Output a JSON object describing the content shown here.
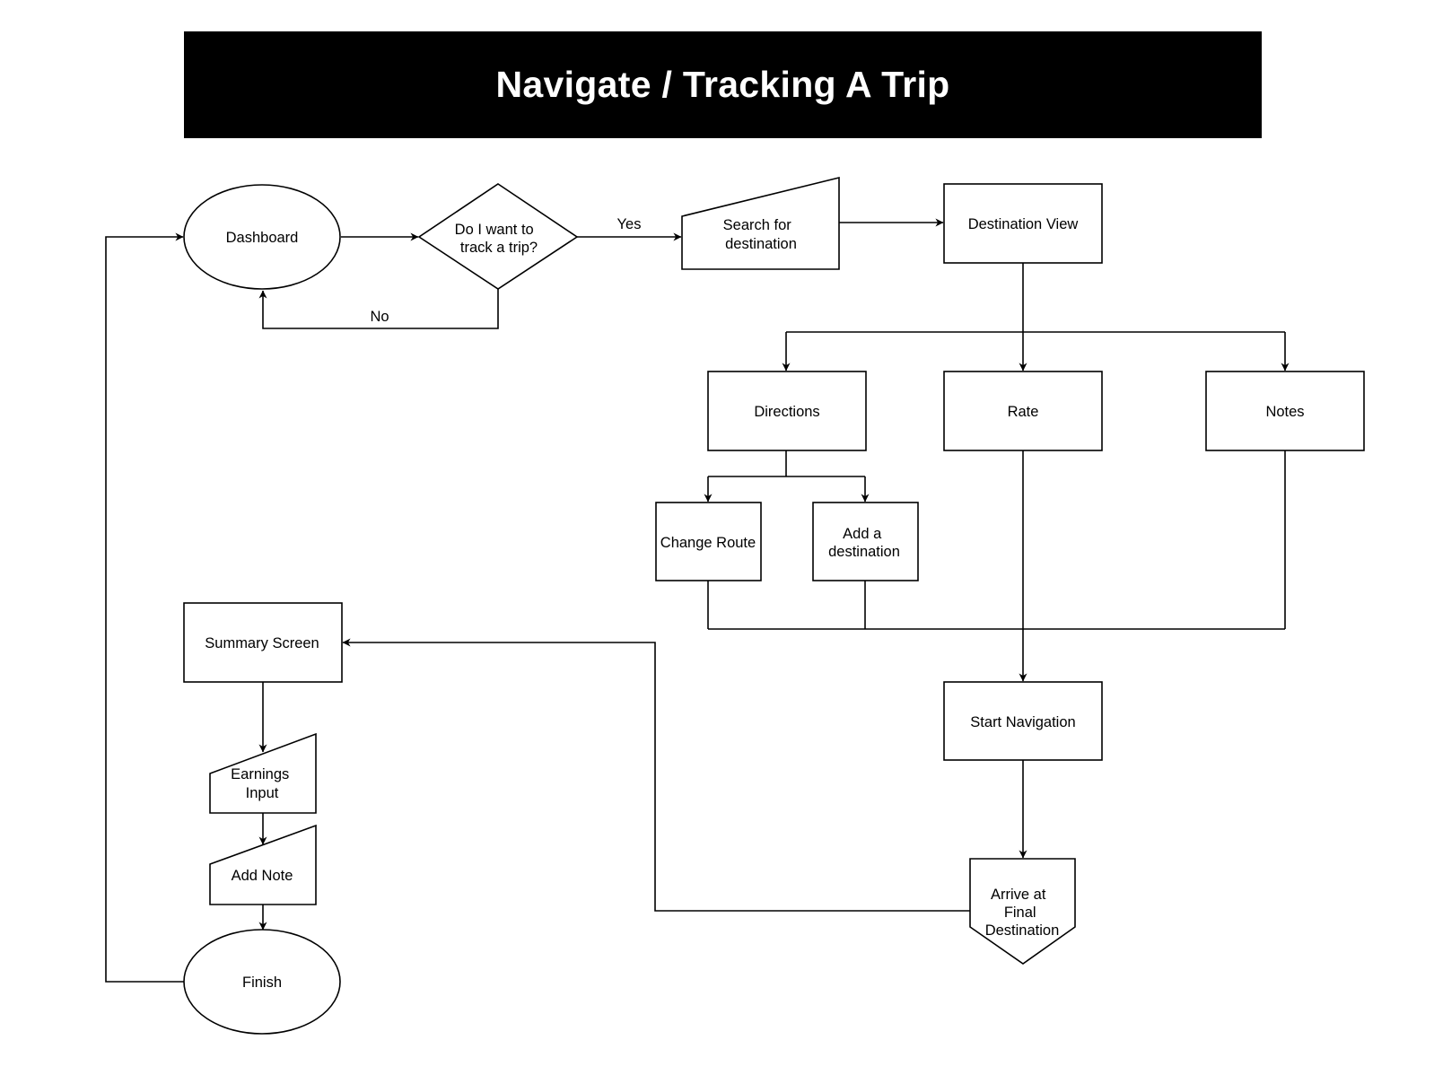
{
  "title": "Navigate / Tracking A Trip",
  "nodes": {
    "dashboard": "Dashboard",
    "decision": [
      "Do I want to",
      "track a trip?"
    ],
    "search": [
      "Search for",
      "destination"
    ],
    "destination_view": "Destination View",
    "directions": "Directions",
    "rate": "Rate",
    "notes": "Notes",
    "change_route": "Change Route",
    "add_destination": [
      "Add a",
      "destination"
    ],
    "summary": "Summary Screen",
    "start_navigation": "Start Navigation",
    "earnings": [
      "Earnings",
      "Input"
    ],
    "add_note": "Add Note",
    "arrive": [
      "Arrive at",
      "Final",
      "Destination"
    ],
    "finish": "Finish"
  },
  "edge_labels": {
    "yes": "Yes",
    "no": "No"
  }
}
